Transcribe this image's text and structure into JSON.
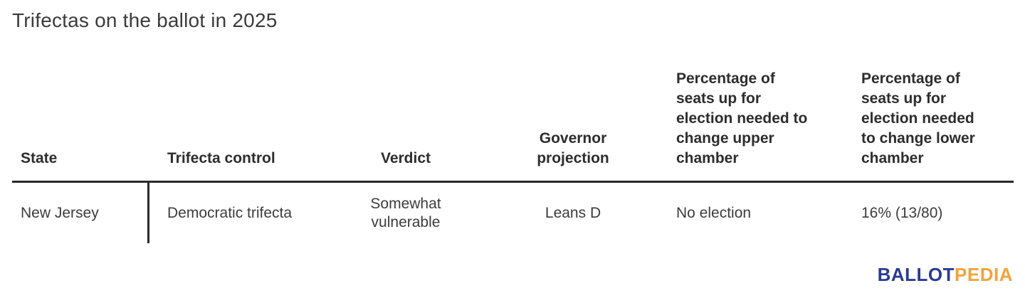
{
  "title": "Trifectas on the ballot in 2025",
  "table": {
    "columns": [
      {
        "id": "state",
        "label": "State"
      },
      {
        "id": "trifecta_control",
        "label": "Trifecta control"
      },
      {
        "id": "verdict",
        "label": "Verdict"
      },
      {
        "id": "governor_projection",
        "label": "Governor\nprojection"
      },
      {
        "id": "pct_upper",
        "label": "Percentage of\nseats up for\nelection needed to\nchange upper\nchamber"
      },
      {
        "id": "pct_lower",
        "label": "Percentage of\nseats up for\nelection needed\nto change lower\nchamber"
      }
    ],
    "rows": [
      {
        "state": "New Jersey",
        "trifecta_control": "Democratic trifecta",
        "verdict": "Somewhat\nvulnerable",
        "governor_projection": "Leans D",
        "pct_upper": "No election",
        "pct_lower": "16% (13/80)"
      }
    ]
  },
  "branding": {
    "name": "Ballotpedia",
    "part1": "BALLOT",
    "part2": "PEDIA",
    "part1_color": "#2b3a94",
    "part2_color": "#f2a33c"
  },
  "colors": {
    "background": "#ffffff",
    "title_text": "#3b3b3b",
    "header_text": "#2d2d2d",
    "body_text": "#3c3c3c",
    "rule": "#2a2a2a"
  }
}
